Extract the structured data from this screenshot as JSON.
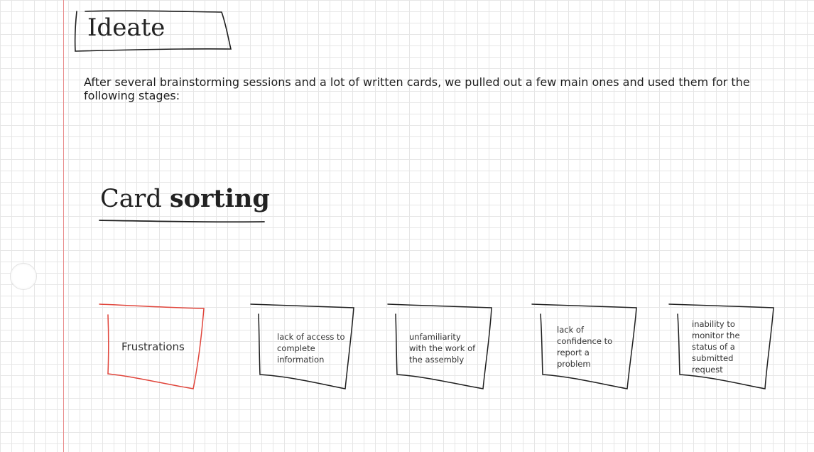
{
  "section": {
    "title": "Ideate",
    "intro": "After several brainstorming sessions and a lot of written cards, we pulled out a few main ones and used them for the following stages:"
  },
  "card_sorting": {
    "heading_light": "Card",
    "heading_bold": "sorting",
    "main_card": "Frustrations",
    "cards": [
      "lack of access to\ncomplete\ninformation",
      "unfamiliarity\nwith the work of\nthe assembly",
      "lack of\nconfidence to\nreport a\nproblem",
      "inability to\nmonitor the\nstatus of a\nsubmitted\nrequest"
    ]
  },
  "colors": {
    "accent": "#e0443a",
    "ink": "#1e1e1e",
    "margin_line": "#e98b8b",
    "grid": "#e6e6e6"
  }
}
